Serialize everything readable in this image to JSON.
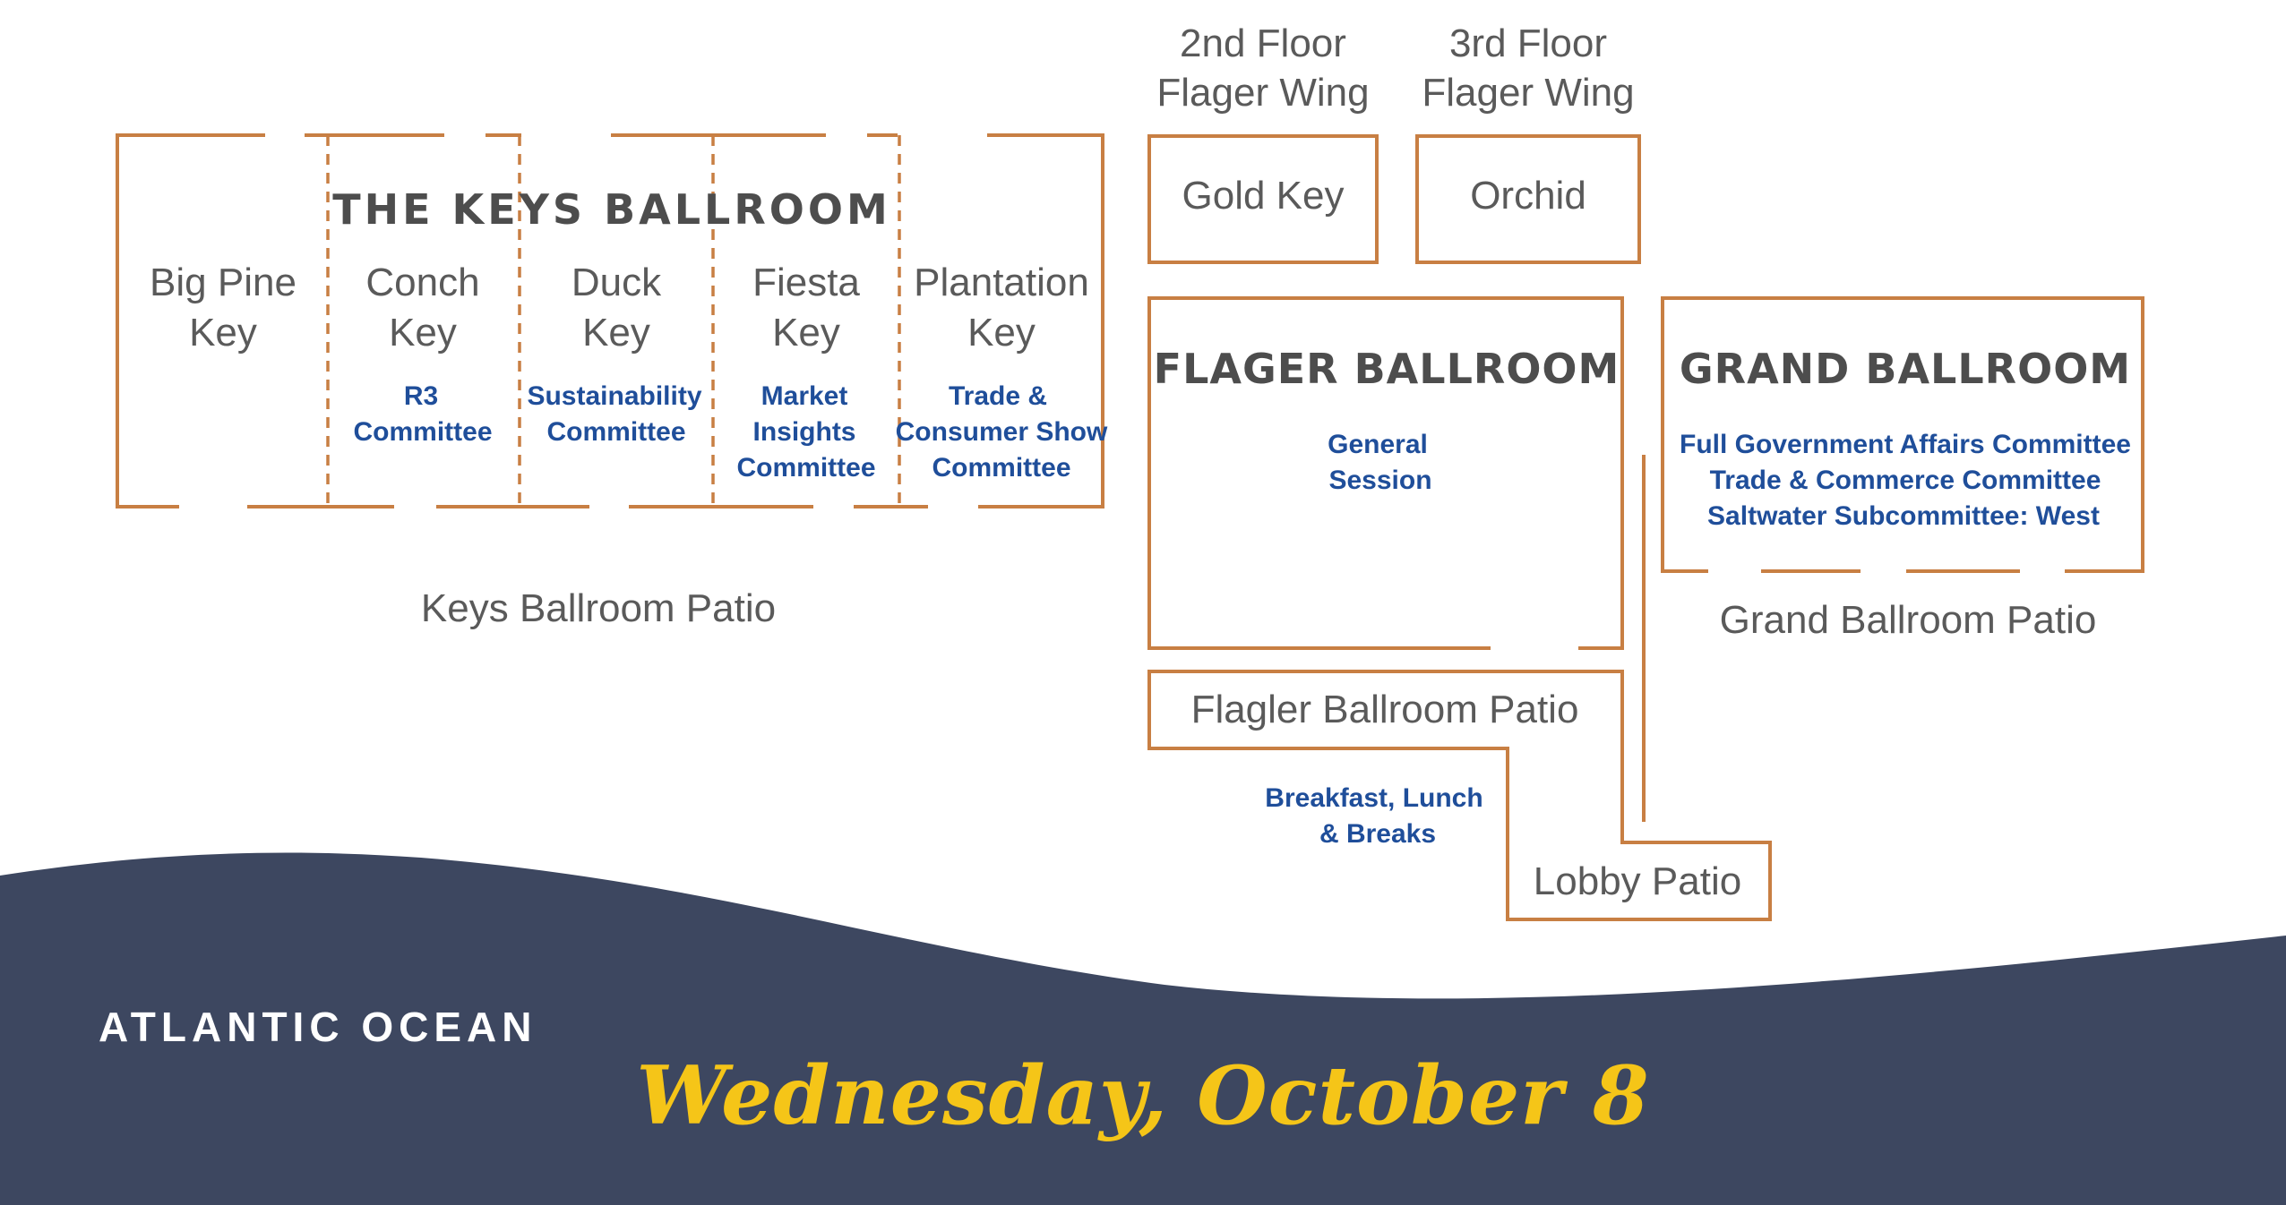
{
  "floor_labels": {
    "second": [
      "2nd Floor",
      "Flager Wing"
    ],
    "third": [
      "3rd Floor",
      "Flager Wing"
    ]
  },
  "rooms": {
    "gold_key": "Gold Key",
    "orchid": "Orchid",
    "keys_ballroom_title": "THE KEYS BALLROOM",
    "big_pine_key": [
      "Big Pine",
      "Key"
    ],
    "conch_key": [
      "Conch",
      "Key"
    ],
    "duck_key": [
      "Duck",
      "Key"
    ],
    "fiesta_key": [
      "Fiesta",
      "Key"
    ],
    "plantation_key": [
      "Plantation",
      "Key"
    ],
    "flager_ballroom_title": "FLAGER BALLROOM",
    "grand_ballroom_title": "GRAND BALLROOM",
    "keys_ballroom_patio": "Keys Ballroom Patio",
    "grand_ballroom_patio": "Grand Ballroom Patio",
    "flagler_ballroom_patio": "Flagler Ballroom Patio",
    "lobby_patio": "Lobby Patio"
  },
  "sessions": {
    "conch_key": [
      "R3",
      "Committee"
    ],
    "duck_key": [
      "Sustainability",
      "Committee"
    ],
    "fiesta_key": [
      "Market",
      "Insights",
      "Committee"
    ],
    "plantation_key": [
      "Trade &",
      "Consumer Show",
      "Committee"
    ],
    "flager_ballroom": [
      "General",
      "Session"
    ],
    "grand_ballroom": [
      "Full Government Affairs Committee",
      "Trade & Commerce Committee",
      "Saltwater Subcommittee: West"
    ],
    "flagler_patio": [
      "Breakfast, Lunch",
      "& Breaks"
    ]
  },
  "footer": {
    "ocean_label": "ATLANTIC OCEAN",
    "date": "Wednesday, October 8"
  },
  "colors": {
    "wall": "#c87f43",
    "session_text": "#1f4e9a",
    "ocean": "#3d4760",
    "date": "#f5c518",
    "room_text": "#5a5a5a"
  }
}
